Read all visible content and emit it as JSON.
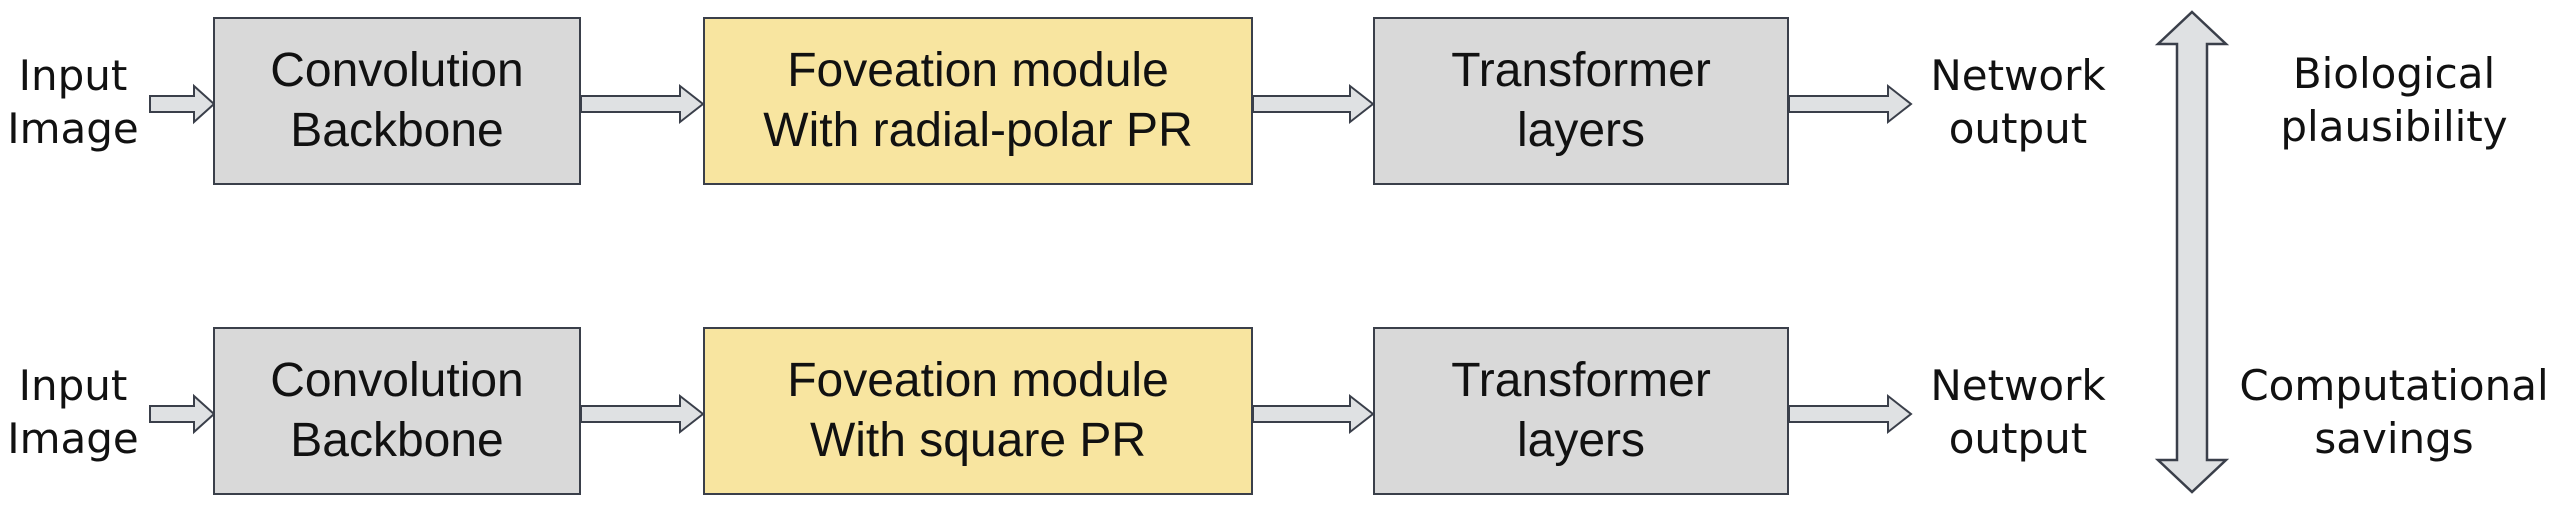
{
  "rows": [
    {
      "input_label": [
        "Input",
        "Image"
      ],
      "backbone_box": [
        "Convolution",
        "Backbone"
      ],
      "foveation_box": [
        "Foveation module",
        "With radial-polar PR"
      ],
      "transformer_box": [
        "Transformer",
        "layers"
      ],
      "output_label": [
        "Network",
        "output"
      ]
    },
    {
      "input_label": [
        "Input",
        "Image"
      ],
      "backbone_box": [
        "Convolution",
        "Backbone"
      ],
      "foveation_box": [
        "Foveation module",
        "With square PR"
      ],
      "transformer_box": [
        "Transformer",
        "layers"
      ],
      "output_label": [
        "Network",
        "output"
      ]
    }
  ],
  "tradeoff": {
    "top_label": [
      "Biological",
      "plausibility"
    ],
    "bottom_label": [
      "Computational",
      "savings"
    ]
  },
  "colors": {
    "gray_box": "#d9d9d9",
    "yellow_box": "#f8e5a0",
    "arrow_fill": "#dfe1e3",
    "stroke": "#3a3f4a"
  }
}
